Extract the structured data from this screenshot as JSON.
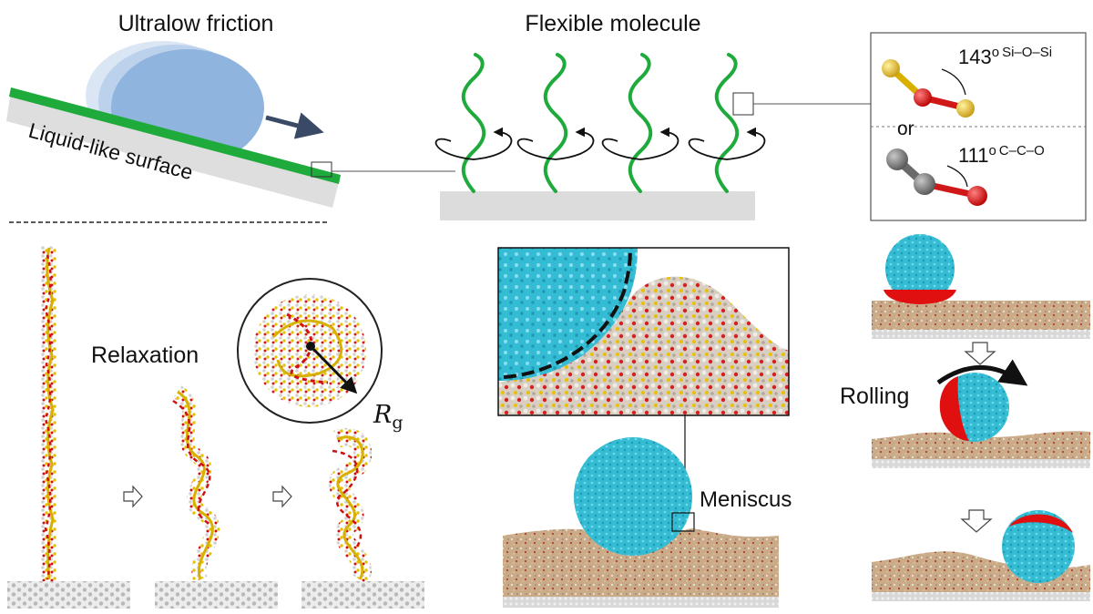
{
  "labels": {
    "ultralow_friction": "Ultralow friction",
    "flexible_molecule": "Flexible molecule",
    "liquid_like_surface": "Liquid-like surface",
    "relaxation": "Relaxation",
    "meniscus": "Meniscus",
    "rolling": "Rolling",
    "or": "or",
    "rg_symbol": "R",
    "rg_subscript": "g"
  },
  "bond_angles": [
    {
      "value": "143",
      "degree": "o",
      "bond": "Si–O–Si"
    },
    {
      "value": "111",
      "degree": "o",
      "bond": "C–C–O"
    }
  ],
  "colors": {
    "surface_green": "#1faa3c",
    "droplet_blue": "#8fb4de",
    "water_cyan": "#33bcd3",
    "red_atoms": "#e01010",
    "yellow_atoms": "#f0d000",
    "substrate_gray": "#dcdcdc",
    "arrow_navy": "#3a4a66"
  }
}
